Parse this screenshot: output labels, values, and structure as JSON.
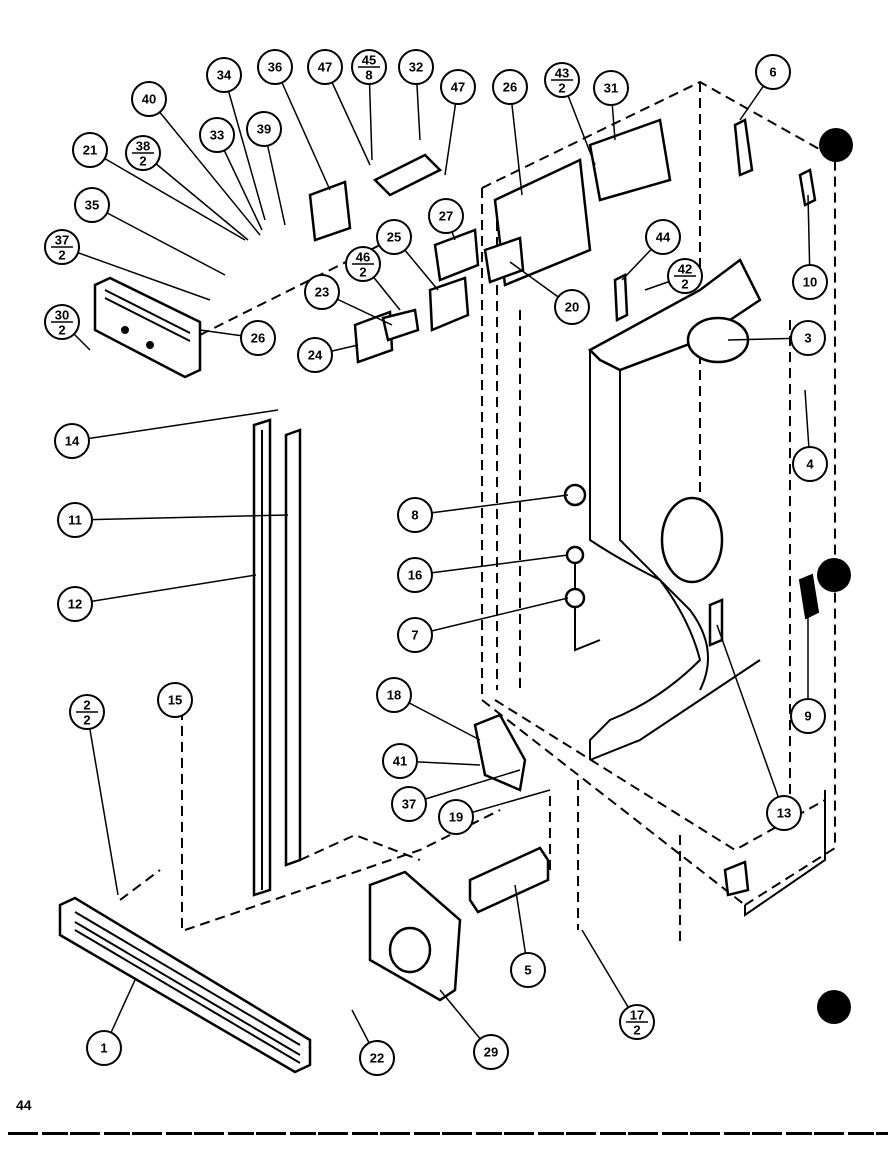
{
  "page_number": "44",
  "callouts": [
    {
      "label": "1"
    },
    {
      "label": "2/2"
    },
    {
      "label": "3"
    },
    {
      "label": "4"
    },
    {
      "label": "5"
    },
    {
      "label": "6"
    },
    {
      "label": "7"
    },
    {
      "label": "8"
    },
    {
      "label": "9"
    },
    {
      "label": "10"
    },
    {
      "label": "11"
    },
    {
      "label": "12"
    },
    {
      "label": "13"
    },
    {
      "label": "14"
    },
    {
      "label": "15"
    },
    {
      "label": "16"
    },
    {
      "label": "17/2"
    },
    {
      "label": "18"
    },
    {
      "label": "19"
    },
    {
      "label": "20"
    },
    {
      "label": "21"
    },
    {
      "label": "22"
    },
    {
      "label": "23"
    },
    {
      "label": "24"
    },
    {
      "label": "25"
    },
    {
      "label": "26"
    },
    {
      "label": "26"
    },
    {
      "label": "27"
    },
    {
      "label": "29"
    },
    {
      "label": "30/2"
    },
    {
      "label": "31"
    },
    {
      "label": "32"
    },
    {
      "label": "33"
    },
    {
      "label": "34"
    },
    {
      "label": "35"
    },
    {
      "label": "36"
    },
    {
      "label": "37"
    },
    {
      "label": "37/2"
    },
    {
      "label": "38/2"
    },
    {
      "label": "39"
    },
    {
      "label": "40"
    },
    {
      "label": "41"
    },
    {
      "label": "42/2"
    },
    {
      "label": "43/2"
    },
    {
      "label": "44"
    },
    {
      "label": "45/8"
    },
    {
      "label": "46/2"
    },
    {
      "label": "47"
    },
    {
      "label": "47"
    },
    {
      "label": "6"
    }
  ]
}
